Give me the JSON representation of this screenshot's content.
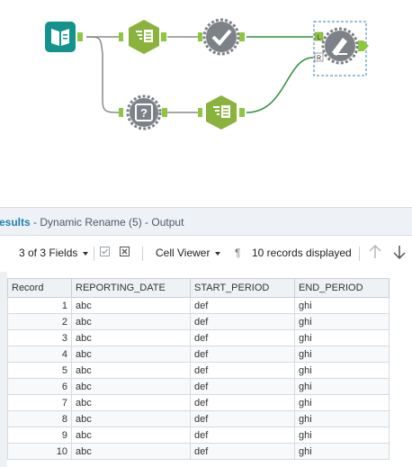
{
  "results": {
    "title_prefix": "esults",
    "title_rest": " - Dynamic Rename (5) - Output"
  },
  "toolbar": {
    "fields_label": "3 of 3 Fields",
    "cell_viewer_label": "Cell Viewer",
    "records_label": "10 records displayed"
  },
  "table": {
    "headers": [
      "Record",
      "REPORTING_DATE",
      "START_PERIOD",
      "END_PERIOD"
    ],
    "rows": [
      [
        "1",
        "abc",
        "def",
        "ghi"
      ],
      [
        "2",
        "abc",
        "def",
        "ghi"
      ],
      [
        "3",
        "abc",
        "def",
        "ghi"
      ],
      [
        "4",
        "abc",
        "def",
        "ghi"
      ],
      [
        "5",
        "abc",
        "def",
        "ghi"
      ],
      [
        "6",
        "abc",
        "def",
        "ghi"
      ],
      [
        "7",
        "abc",
        "def",
        "ghi"
      ],
      [
        "8",
        "abc",
        "def",
        "ghi"
      ],
      [
        "9",
        "abc",
        "def",
        "ghi"
      ],
      [
        "10",
        "abc",
        "def",
        "ghi"
      ]
    ]
  },
  "workflow": {
    "anchor_left": "L",
    "anchor_right": "R"
  },
  "colors": {
    "teal": "#13938c",
    "green": "#8ab33d",
    "gray": "#7d8288",
    "connector": "#6fb83b",
    "line_gray": "#8a8a8a",
    "line_green": "#2f8f3c"
  }
}
